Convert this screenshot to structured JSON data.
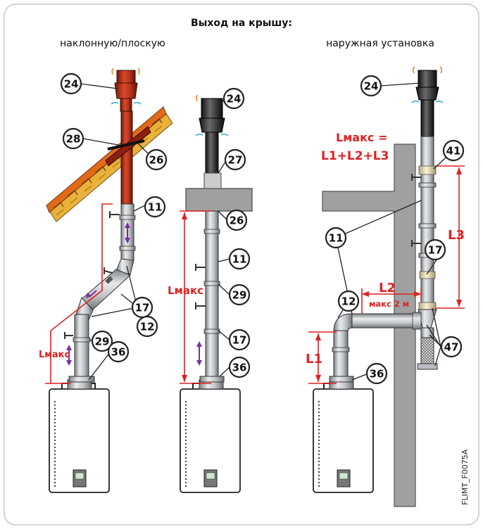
{
  "title": "Выход на крышу:",
  "subtitle_left": "наклонную/плоскую",
  "subtitle_right": "наружная установка",
  "document_code": "FLIMT_F0075A",
  "callouts": {
    "c24": "24",
    "c28": "28",
    "c26": "26",
    "c11": "11",
    "c17": "17",
    "c12": "12",
    "c29": "29",
    "c36": "36",
    "c27": "27",
    "c41": "41",
    "c47": "47"
  },
  "dimensions": {
    "lmax": "Lмакс",
    "lmax_formula_top": "Lмакс =",
    "lmax_formula_bottom": "L1+L2+L3",
    "l1": "L1",
    "l2": "L2",
    "l3": "L3",
    "l2_note": "макс 2 м"
  },
  "colors": {
    "terracotta_pipe": "#b5331c",
    "dark_pipe": "#2b2b2b",
    "steel_pipe": "#b9bcc0",
    "wall_grey": "#a0a0a0",
    "roof_orange": "#e06a18",
    "dimension_red": "#e02020",
    "arrow_purple": "#7a2ea0",
    "air_arrow_blue": "#3fa9d8",
    "exhaust_arrow_orange": "#e88a2a"
  }
}
